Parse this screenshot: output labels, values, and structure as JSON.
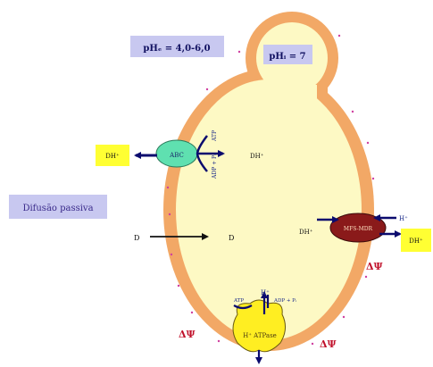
{
  "labels": {
    "ph_external": "pHₑ = 4,0-6,0",
    "ph_internal": "pHᵢ = 7",
    "passive_diffusion": "Difusão passiva",
    "abc_transporter": "ABC",
    "mfs_transporter": "MFS-MDR",
    "h_atpase": "H⁺ ATPase",
    "atp": "ATP",
    "adp_pi": "ADP + Pᵢ",
    "atp_bottom": "ATP",
    "adp_bottom": "ADP + Pᵢ",
    "h_plus": "H⁺",
    "h_plus_bottom": "H⁺",
    "drug_d": "D",
    "drug_dh_left_box": "DH⁺",
    "drug_dh_right_box": "DH⁺",
    "drug_dh_inner_top": "DH⁺",
    "drug_dh_inner_mid": "DH⁺",
    "drug_d_inner": "D",
    "delta_psi_right": "ΔΨ",
    "delta_psi_bottom_left": "ΔΨ",
    "delta_psi_bottom_right": "ΔΨ"
  },
  "colors": {
    "cell_wall": "#f2a866",
    "cytoplasm": "#fdf9c4",
    "membrane": "#b07a45",
    "ph_box": "#c8c8f0",
    "drug_box": "#ffff33",
    "abc_fill": "#5fe0b0",
    "mfs_fill": "#8a1a1a",
    "atpase_fill": "#ffee22",
    "arrow": "#0b0b6e",
    "delta_text": "#c0102a",
    "passive_text": "#3a2a8a",
    "dots": "#d040a0"
  }
}
